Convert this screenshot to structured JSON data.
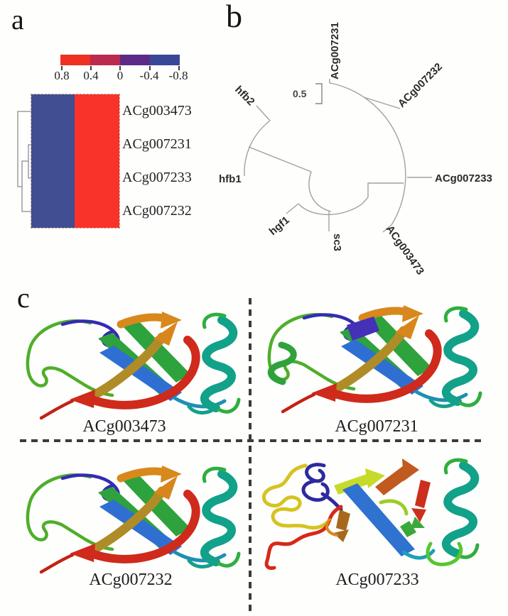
{
  "figure": {
    "panel_a_letter": "a",
    "panel_b_letter": "b",
    "panel_c_letter": "c"
  },
  "panels": {
    "a": {
      "colorbar": {
        "ticks": [
          "0.8",
          "0.4",
          "0",
          "-0.4",
          "-0.8"
        ],
        "segment_colors": [
          "#ee3123",
          "#bb2b4e",
          "#5d2b87",
          "#3a4697"
        ]
      },
      "heatmap": {
        "rows": [
          "ACg003473",
          "ACg007231",
          "ACg007233",
          "ACg007232"
        ],
        "left_column_color": "#414e91",
        "right_column_color": "#f93329"
      }
    },
    "b": {
      "scale_label": "0.5",
      "taxa": [
        "ACg007231",
        "ACg007232",
        "ACg007233",
        "ACg003473",
        "sc3",
        "hgf1",
        "hfb1",
        "hfb2"
      ]
    },
    "c": {
      "structures": [
        "ACg003473",
        "ACg007231",
        "ACg007232",
        "ACg007233"
      ]
    }
  },
  "chart_data": [
    {
      "type": "heatmap",
      "panel": "a",
      "rows": [
        "ACg003473",
        "ACg007231",
        "ACg007233",
        "ACg007232"
      ],
      "columns": 2,
      "values": [
        [
          -0.8,
          0.8
        ],
        [
          -0.8,
          0.8
        ],
        [
          -0.8,
          0.8
        ],
        [
          -0.8,
          0.8
        ]
      ],
      "colorbar_ticks": [
        0.8,
        0.4,
        0,
        -0.4,
        -0.8
      ],
      "colorbar_colors": [
        "#ee3123",
        "#bb2b4e",
        "#5d2b87",
        "#3a4697"
      ],
      "dendrogram_topology": "(((ACg007231,ACg007233),ACg007232),ACg003473)",
      "legend_position": "top"
    },
    {
      "type": "circular-phylogenetic-tree",
      "panel": "b",
      "taxa": [
        "ACg007231",
        "ACg007232",
        "ACg007233",
        "ACg003473",
        "sc3",
        "hgf1",
        "hfb1",
        "hfb2"
      ],
      "scale_bar_value": 0.5
    }
  ]
}
